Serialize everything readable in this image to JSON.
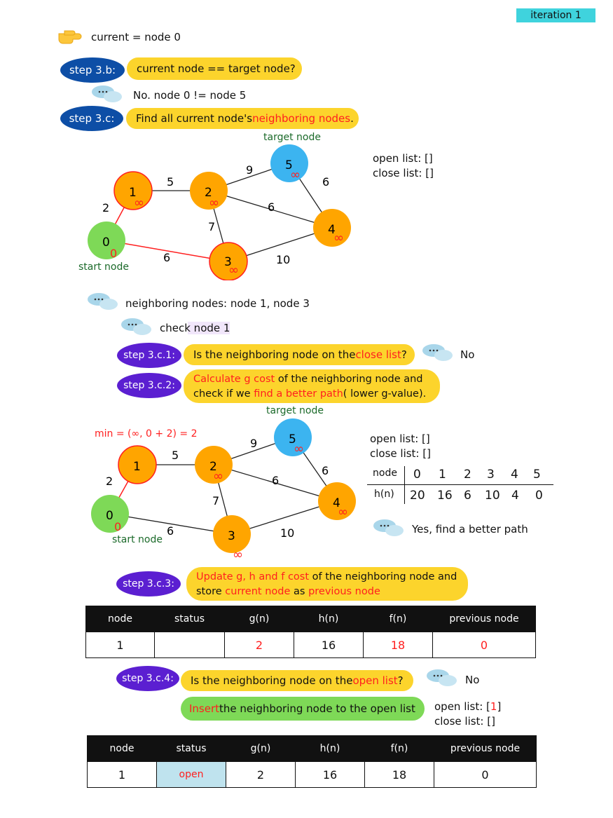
{
  "header": {
    "iteration": "iteration 1"
  },
  "current_line": "current = node 0",
  "step_3b": {
    "label": "step 3.b:",
    "question": "current node == target node?",
    "answer": "No. node 0 != node 5"
  },
  "step_3c": {
    "label": "step 3.c:",
    "text_before": "Find all current node's ",
    "highlight": "neighboring nodes",
    "text_after": "."
  },
  "graph1": {
    "target_label": "target node",
    "start_label": "start node",
    "nodes": [
      {
        "id": "0",
        "cost": "0"
      },
      {
        "id": "1",
        "cost": "∞"
      },
      {
        "id": "2",
        "cost": "∞"
      },
      {
        "id": "3",
        "cost": "∞"
      },
      {
        "id": "4",
        "cost": "∞"
      },
      {
        "id": "5",
        "cost": "∞"
      }
    ],
    "edges": [
      {
        "from": "0",
        "to": "1",
        "weight": "2"
      },
      {
        "from": "1",
        "to": "2",
        "weight": "5"
      },
      {
        "from": "2",
        "to": "5",
        "weight": "9"
      },
      {
        "from": "5",
        "to": "4",
        "weight": "6"
      },
      {
        "from": "2",
        "to": "4",
        "weight": "6"
      },
      {
        "from": "2",
        "to": "3",
        "weight": "7"
      },
      {
        "from": "0",
        "to": "3",
        "weight": "6"
      },
      {
        "from": "3",
        "to": "4",
        "weight": "10"
      }
    ],
    "open_list": "open list: []",
    "close_list": "close list: []"
  },
  "neighbors_text": "neighboring nodes: node 1, node 3",
  "check_text": "check node 1",
  "step_3c1": {
    "label": "step 3.c.1:",
    "before": "Is the neighboring node on the ",
    "highlight": "close list",
    "after": "?",
    "answer": "No"
  },
  "step_3c2": {
    "label": "step 3.c.2:",
    "h1": "Calculate g cost",
    "t1": " of the neighboring node and",
    "t2a": "check if we ",
    "h2": "find a better path",
    "t2b": "( lower g-value)."
  },
  "graph2": {
    "min_text": "min = (∞, 0 + 2) = 2",
    "target_label": "target node",
    "start_label": "start node",
    "open_list": "open list: []",
    "close_list": "close list: []",
    "answer": "Yes, find a better path"
  },
  "h_table": {
    "header": "node",
    "row_label": "h(n)",
    "nodes": [
      "0",
      "1",
      "2",
      "3",
      "4",
      "5"
    ],
    "values": [
      "20",
      "16",
      "6",
      "10",
      "4",
      "0"
    ]
  },
  "step_3c3": {
    "label": "step 3.c.3:",
    "h1": "Update g, h and f cost",
    "t1": " of the neighboring node and",
    "t2": "store ",
    "h2": "current node",
    "t3": " as ",
    "h3": "previous node"
  },
  "table1": {
    "headers": [
      "node",
      "status",
      "g(n)",
      "h(n)",
      "f(n)",
      "previous node"
    ],
    "row": [
      "1",
      "",
      "2",
      "16",
      "18",
      "0"
    ]
  },
  "step_3c4": {
    "label": "step 3.c.4:",
    "before": "Is the neighboring node on the ",
    "highlight": "open list",
    "after": "?",
    "answer": "No"
  },
  "insert_pill": {
    "highlight": "Insert",
    "rest": " the neighboring node to the open list"
  },
  "final_lists": {
    "open_prefix": "open list: [",
    "open_value": "1",
    "open_suffix": "]",
    "close_list": "close list: []"
  },
  "table2": {
    "headers": [
      "node",
      "status",
      "g(n)",
      "h(n)",
      "f(n)",
      "previous node"
    ],
    "row": [
      "1",
      "open",
      "2",
      "16",
      "18",
      "0"
    ]
  },
  "colors": {
    "yellow": "#fcd42c",
    "blue": "#0d4ea6",
    "purple": "#5b1fd1",
    "orange": "#ffa500",
    "node_start": "#7ed957",
    "node_target": "#3cb4f0",
    "red": "#ff1f1f",
    "open_cell": "#bfe3ee"
  }
}
